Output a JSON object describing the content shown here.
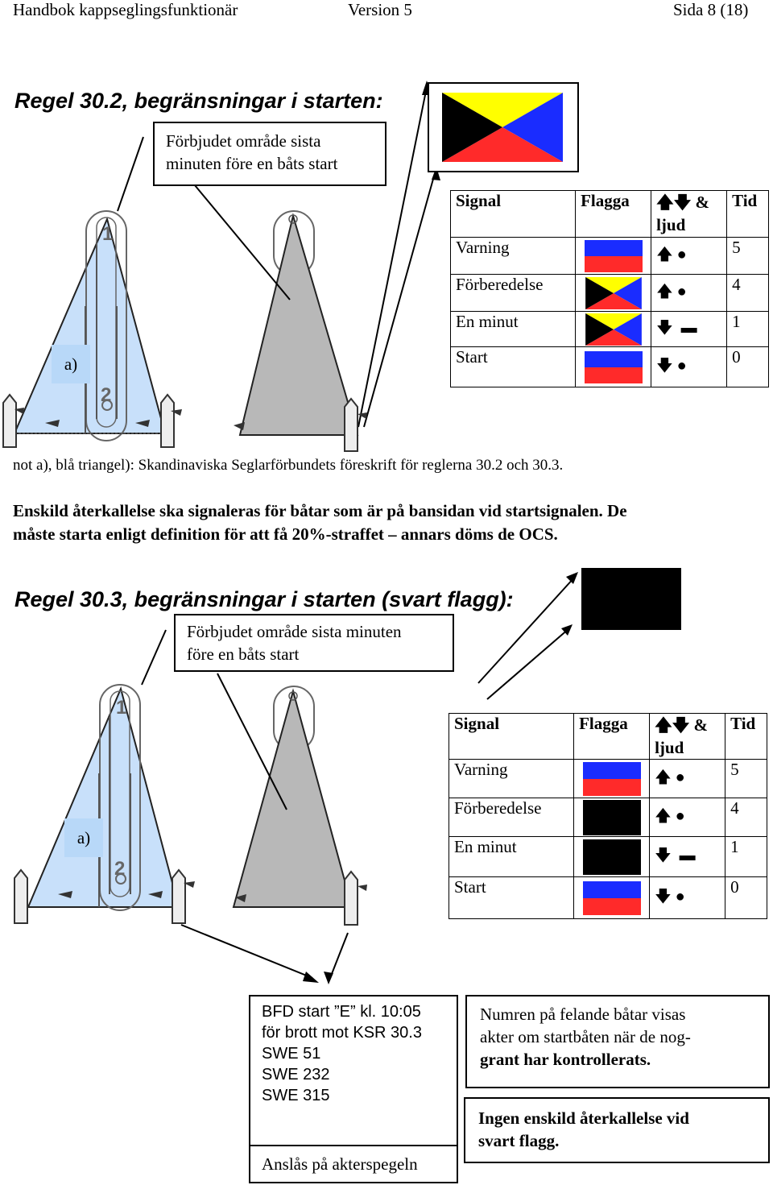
{
  "header": {
    "left": "Handbok kappseglingsfunktionär",
    "center": "Version 5",
    "right": "Sida 8 (18)"
  },
  "section1": {
    "heading": "Regel 30.2, begränsningar i starten:",
    "callout": [
      "Förbjudet område sista",
      "minuten före en båts start"
    ],
    "label_a": "a)",
    "table": {
      "headers": [
        "Signal",
        "Flagga",
        "& ljud",
        "Tid"
      ],
      "rows": [
        {
          "signal": "Varning",
          "flag": "red-blue",
          "sound": "up-dot",
          "tid": "5"
        },
        {
          "signal": "Förberedelse",
          "flag": "z-flag",
          "sound": "up-dot",
          "tid": "4"
        },
        {
          "signal": "En minut",
          "flag": "z-flag",
          "sound": "down-dash",
          "tid": "1"
        },
        {
          "signal": "Start",
          "flag": "red-blue",
          "sound": "down-dot",
          "tid": "0"
        }
      ]
    },
    "note": "not a), blå triangel): Skandinaviska Seglarförbundets föreskrift för reglerna 30.2 och 30.3.",
    "paragraph": [
      "Enskild återkallelse ska signaleras för båtar som är på bansidan vid startsignalen. De",
      "måste starta enligt definition för att få 20%-straffet – annars döms de OCS."
    ]
  },
  "section2": {
    "heading": "Regel 30.3, begränsningar i starten (svart flagg):",
    "callout": [
      "Förbjudet område sista minuten",
      "före en båts start"
    ],
    "label_a": "a)",
    "table": {
      "headers": [
        "Signal",
        "Flagga",
        "& ljud",
        "Tid"
      ],
      "rows": [
        {
          "signal": "Varning",
          "flag": "red-blue",
          "sound": "up-dot",
          "tid": "5"
        },
        {
          "signal": "Förberedelse",
          "flag": "black",
          "sound": "up-dot",
          "tid": "4"
        },
        {
          "signal": "En minut",
          "flag": "black",
          "sound": "down-dash",
          "tid": "1"
        },
        {
          "signal": "Start",
          "flag": "red-blue",
          "sound": "down-dot",
          "tid": "0"
        }
      ]
    }
  },
  "notice_board": {
    "lines": [
      "BFD start ”E” kl. 10:05",
      "för brott mot KSR 30.3",
      "SWE 51",
      "SWE 232",
      "SWE 315"
    ],
    "footer": "Anslås på akterspegeln"
  },
  "info1": [
    "Numren på felande båtar visas",
    "akter om startbåten när de nog-",
    "grant har kontrollerats."
  ],
  "info2": [
    "Ingen enskild återkallelse vid",
    "svart flagg."
  ],
  "colors": {
    "blue": "#1a2cff",
    "red": "#ff2a2a",
    "yellow": "#ffff00",
    "triangle_blue": "#c8e0fa",
    "triangle_grey": "#b8b8b8"
  }
}
